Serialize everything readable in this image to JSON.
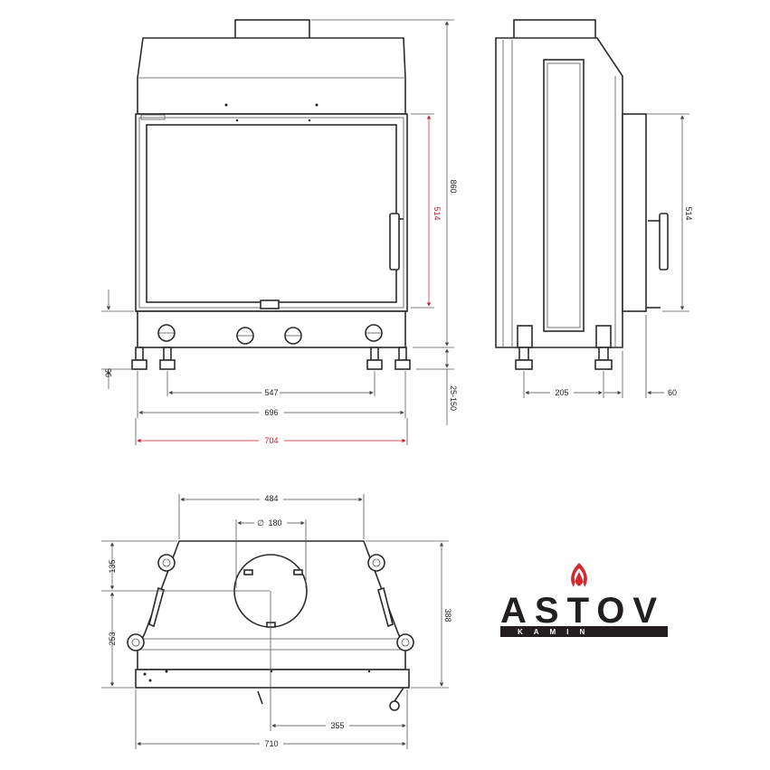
{
  "front_view": {
    "dim_height": "860",
    "dim_glass_height": "514",
    "dim_feet_spacing": "547",
    "dim_body_width": "696",
    "dim_total_width": "704",
    "dim_foot_height": "95",
    "dim_foot_adjust": "25-150"
  },
  "side_view": {
    "dim_glass_height": "514",
    "dim_feet_spacing": "205",
    "dim_offset": "60"
  },
  "top_view": {
    "dim_top_width": "484",
    "dim_flue_diameter": "180",
    "dim_front_depth": "135",
    "dim_rear_depth": "253",
    "dim_total_depth": "388",
    "dim_center_offset": "355",
    "dim_total_width": "710"
  },
  "logo": {
    "brand": "ASTOV",
    "sub": "KAMIN",
    "flame_color": "#d7262d"
  }
}
